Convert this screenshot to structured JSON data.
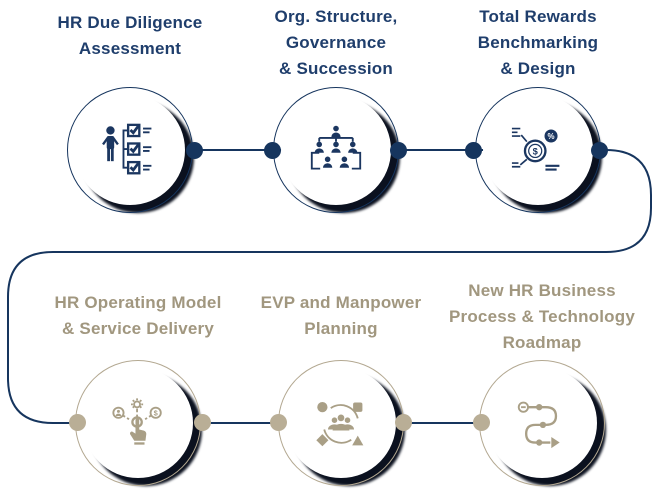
{
  "colors": {
    "navy_line": "#16355E",
    "navy_text": "#1F3E6C",
    "tan_accent": "#B3A891",
    "tan_text": "#A1977F",
    "circle_shadow": "#0B111F",
    "background": "#FFFFFF"
  },
  "symbols": {
    "dollar": "$",
    "percent": "%"
  },
  "diagram": {
    "steps": [
      {
        "label": "HR Due Diligence\nAssessment",
        "icon": "person-checklist-icon",
        "theme": "navy"
      },
      {
        "label": "Org. Structure,\nGovernance\n& Succession",
        "icon": "org-chart-icon",
        "theme": "navy"
      },
      {
        "label": "Total Rewards\nBenchmarking\n& Design",
        "icon": "rewards-percent-icon",
        "theme": "navy"
      },
      {
        "label": "HR Operating Model\n& Service Delivery",
        "icon": "hand-select-icon",
        "theme": "tan"
      },
      {
        "label": "EVP and Manpower\nPlanning",
        "icon": "team-cycle-icon",
        "theme": "tan"
      },
      {
        "label": "New HR Business\nProcess & Technology\nRoadmap",
        "icon": "roadmap-icon",
        "theme": "tan"
      }
    ]
  }
}
